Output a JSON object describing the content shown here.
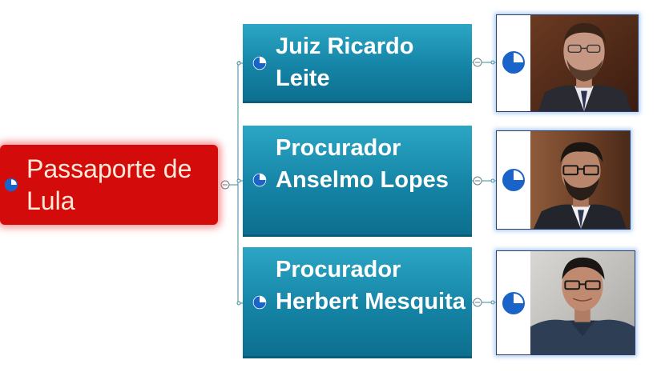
{
  "root": {
    "label": "Passaporte de Lula",
    "progress": 0.25
  },
  "branches": [
    {
      "label": "Juiz Ricardo Leite",
      "progress": 0.25,
      "image_progress": 0.25,
      "photo": "man-glasses-beard-suit"
    },
    {
      "label": "Procurador Anselmo Lopes",
      "progress": 0.25,
      "image_progress": 0.25,
      "photo": "man-glasses-beard-suit-tie"
    },
    {
      "label": "Procurador Herbert Mesquita",
      "progress": 0.25,
      "image_progress": 0.25,
      "photo": "man-glasses-polo-shirt"
    }
  ],
  "colors": {
    "root_fill": "#d30b0b",
    "root_text": "#ffe9d9",
    "branch_fill": "#1584a6",
    "branch_text": "#ffffff",
    "connector": "#3a8a9a",
    "task_icon": "#1a63c8"
  },
  "icons": [
    "task-progress-icon",
    "collapse-toggle-icon"
  ]
}
